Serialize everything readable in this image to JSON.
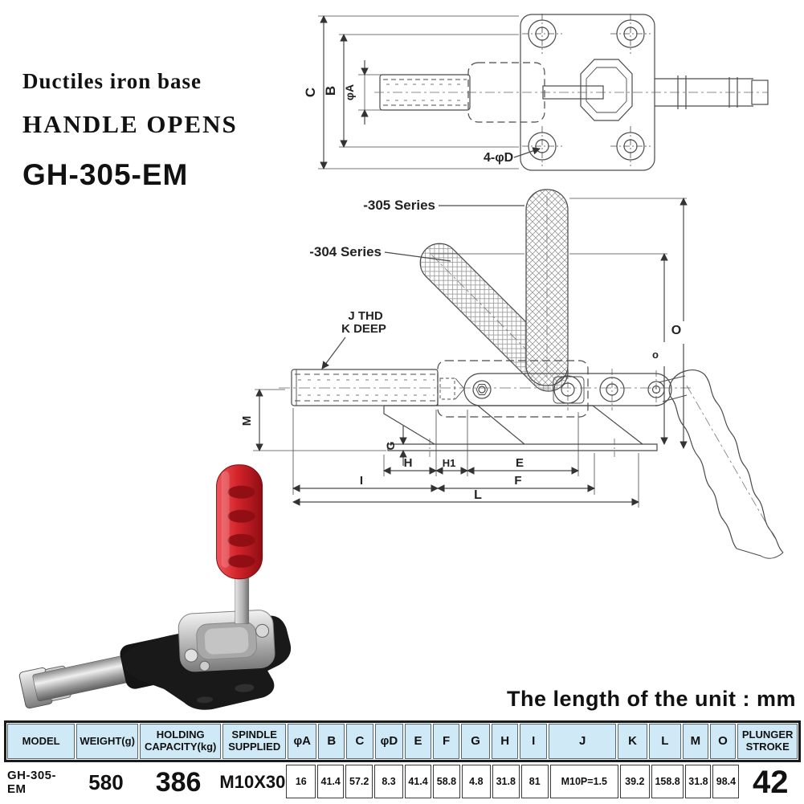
{
  "title_block": {
    "line1": "Ductiles iron base",
    "line2": "HANDLE OPENS",
    "model": "GH-305-EM"
  },
  "unit_note": "The length of the unit : mm",
  "top_view": {
    "dim_c": "C",
    "dim_b": "B",
    "dim_phi_a": "φA",
    "holes_label": "4-φD"
  },
  "side_view": {
    "series_305": "-305 Series",
    "series_304": "-304 Series",
    "thread_line1": "J THD",
    "thread_line2": "K DEEP",
    "dim_m": "M",
    "dim_g": "G",
    "dim_h": "H",
    "dim_h1": "H1",
    "dim_e": "E",
    "dim_i": "I",
    "dim_f": "F",
    "dim_l": "L",
    "dim_o": "O",
    "dim_o_small": "o"
  },
  "photo": {
    "grip_color": "#d3242b",
    "base_color": "#191919"
  },
  "table": {
    "header_bg": "#cfe9f7",
    "columns": [
      {
        "l1": "MODEL",
        "l2": ""
      },
      {
        "l1": "WEIGHT(g)",
        "l2": ""
      },
      {
        "l1": "HOLDING",
        "l2": "CAPACITY(kg)"
      },
      {
        "l1": "SPINDLE",
        "l2": "SUPPLIED"
      },
      {
        "l1": "φA",
        "l2": ""
      },
      {
        "l1": "B",
        "l2": ""
      },
      {
        "l1": "C",
        "l2": ""
      },
      {
        "l1": "φD",
        "l2": ""
      },
      {
        "l1": "E",
        "l2": ""
      },
      {
        "l1": "F",
        "l2": ""
      },
      {
        "l1": "G",
        "l2": ""
      },
      {
        "l1": "H",
        "l2": ""
      },
      {
        "l1": "I",
        "l2": ""
      },
      {
        "l1": "J",
        "l2": ""
      },
      {
        "l1": "K",
        "l2": ""
      },
      {
        "l1": "L",
        "l2": ""
      },
      {
        "l1": "M",
        "l2": ""
      },
      {
        "l1": "O",
        "l2": ""
      },
      {
        "l1": "PLUNGER",
        "l2": "STROKE"
      }
    ],
    "values": [
      "GH-305-EM",
      "580",
      "386",
      "M10X30",
      "16",
      "41.4",
      "57.2",
      "8.3",
      "41.4",
      "58.8",
      "4.8",
      "31.8",
      "81",
      "M10P=1.5",
      "39.2",
      "158.8",
      "31.8",
      "98.4",
      "42"
    ]
  }
}
